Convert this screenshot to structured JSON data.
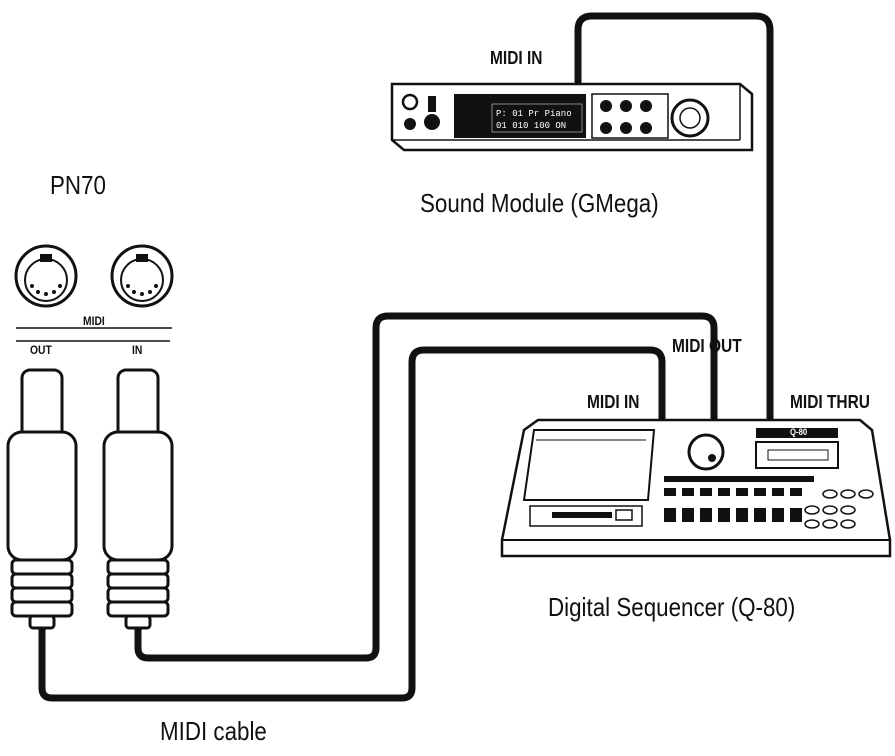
{
  "devices": {
    "pn70": {
      "name": "PN70",
      "port_group": "MIDI",
      "out_label": "OUT",
      "in_label": "IN"
    },
    "sound_module": {
      "name": "Sound Module (GMega)",
      "midi_in_label": "MIDI IN",
      "display_line1": "P: 01  Pr Piano",
      "display_line2": "01 010 100  ON"
    },
    "sequencer": {
      "name": "Digital Sequencer (Q-80)",
      "midi_in_label": "MIDI IN",
      "midi_out_label": "MIDI OUT",
      "midi_thru_label": "MIDI THRU",
      "model_badge": "Q-80"
    }
  },
  "cable": {
    "label": "MIDI cable"
  },
  "colors": {
    "line": "#111111",
    "background": "#ffffff"
  }
}
